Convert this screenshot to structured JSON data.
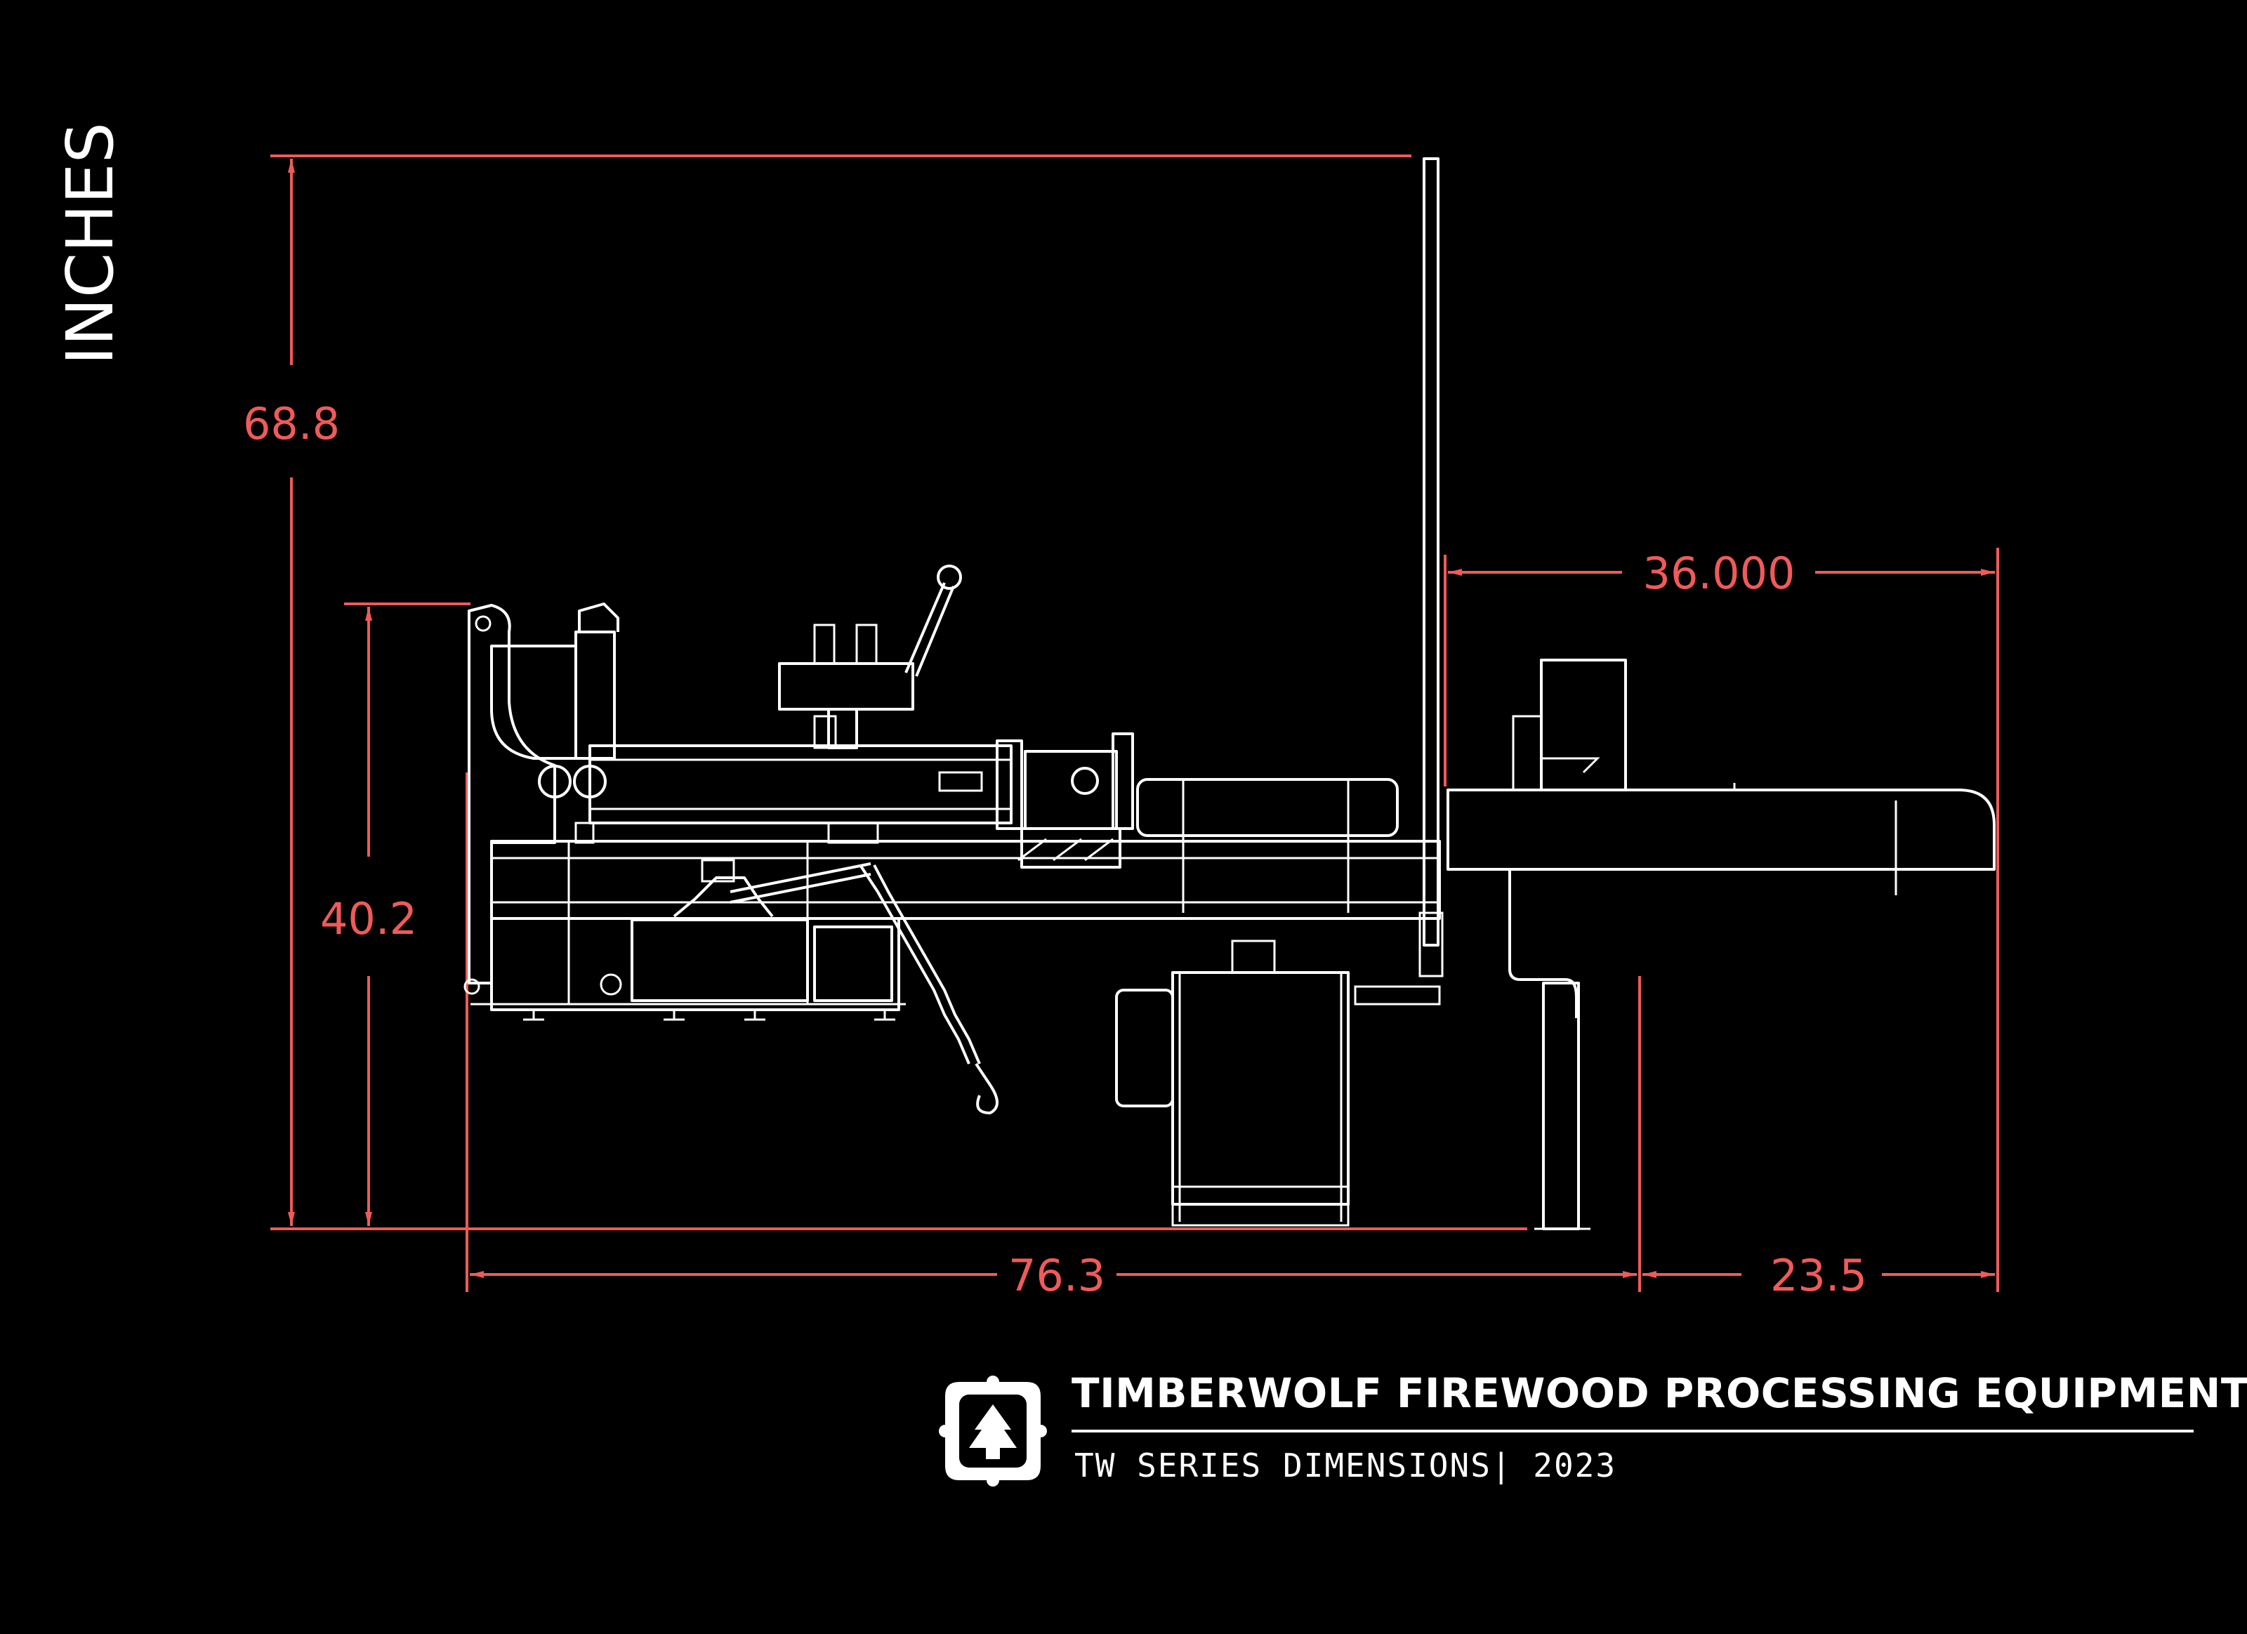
{
  "units_label": "INCHES",
  "dimensions": {
    "overall_height": "68.8",
    "frame_height": "40.2",
    "table_width": "36.000",
    "body_length": "76.3",
    "table_overhang": "23.5"
  },
  "brand": {
    "title": "TIMBERWOLF FIREWOOD PROCESSING EQUIPMENT",
    "subtitle": "TW SERIES DIMENSIONS| 2023",
    "logo_icon": "timberwolf-tree-logo-icon"
  },
  "colors": {
    "background": "#000000",
    "dimension": "#f05a5a",
    "linework": "#ffffff"
  }
}
